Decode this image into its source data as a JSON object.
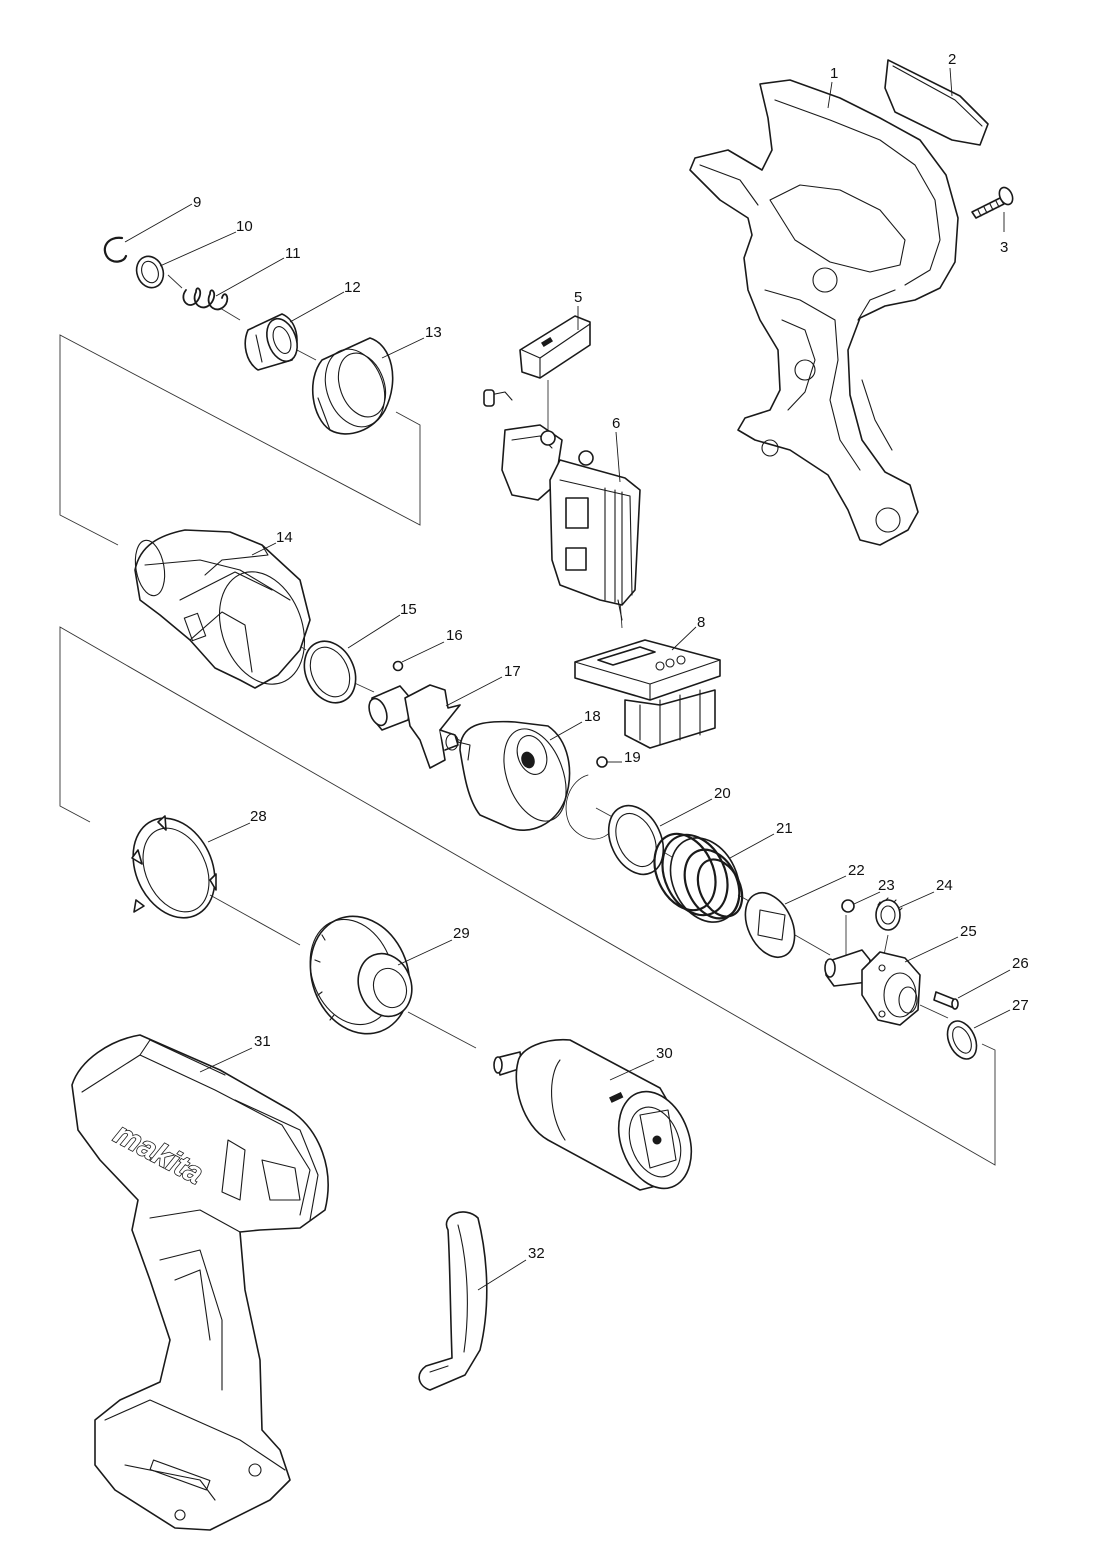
{
  "brand_text": "makita",
  "callouts": [
    {
      "id": "1",
      "label": "1"
    },
    {
      "id": "2",
      "label": "2"
    },
    {
      "id": "3",
      "label": "3"
    },
    {
      "id": "5",
      "label": "5"
    },
    {
      "id": "6",
      "label": "6"
    },
    {
      "id": "8",
      "label": "8"
    },
    {
      "id": "9",
      "label": "9"
    },
    {
      "id": "10",
      "label": "10"
    },
    {
      "id": "11",
      "label": "11"
    },
    {
      "id": "12",
      "label": "12"
    },
    {
      "id": "13",
      "label": "13"
    },
    {
      "id": "14",
      "label": "14"
    },
    {
      "id": "15",
      "label": "15"
    },
    {
      "id": "16",
      "label": "16"
    },
    {
      "id": "17",
      "label": "17"
    },
    {
      "id": "18",
      "label": "18"
    },
    {
      "id": "19",
      "label": "19"
    },
    {
      "id": "20",
      "label": "20"
    },
    {
      "id": "21",
      "label": "21"
    },
    {
      "id": "22",
      "label": "22"
    },
    {
      "id": "23",
      "label": "23"
    },
    {
      "id": "24",
      "label": "24"
    },
    {
      "id": "25",
      "label": "25"
    },
    {
      "id": "26",
      "label": "26"
    },
    {
      "id": "27",
      "label": "27"
    },
    {
      "id": "28",
      "label": "28"
    },
    {
      "id": "29",
      "label": "29"
    },
    {
      "id": "30",
      "label": "30"
    },
    {
      "id": "31",
      "label": "31"
    },
    {
      "id": "32",
      "label": "32"
    }
  ]
}
